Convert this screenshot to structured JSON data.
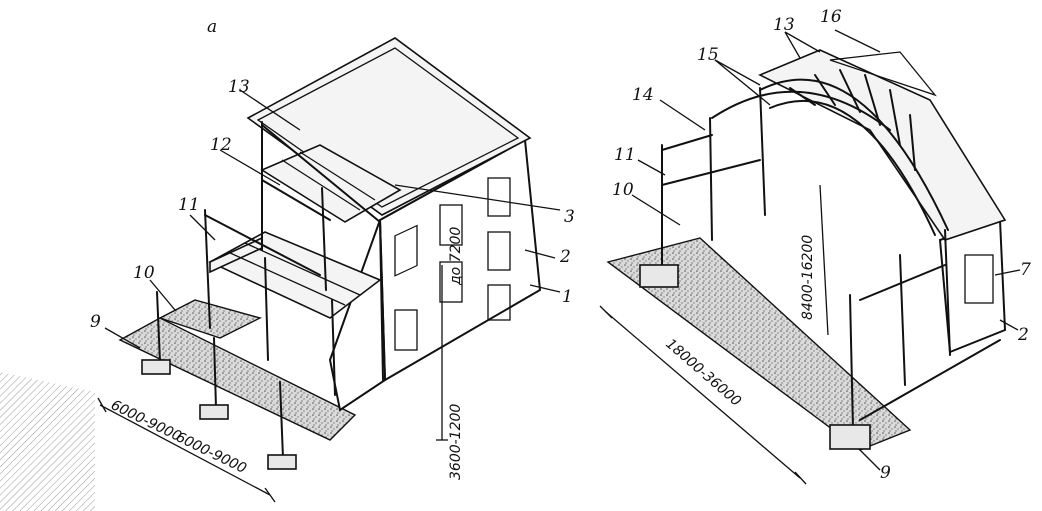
{
  "figure": {
    "panel_label": "a",
    "left_labels": {
      "l13": "13",
      "l12": "12",
      "l11": "11",
      "l10": "10",
      "l9": "9",
      "l3": "3",
      "l2": "2",
      "l1": "1"
    },
    "left_dims": {
      "spacing_a": "6000-9000",
      "spacing_b": "6000-9000",
      "floor_height": "3600-1200",
      "storey_height": "до 7200"
    },
    "right_labels": {
      "r13": "13",
      "r16": "16",
      "r15": "15",
      "r14": "14",
      "r11": "11",
      "r10": "10",
      "r7": "7",
      "r2": "2",
      "r9": "9"
    },
    "right_dims": {
      "span": "18000-36000",
      "height": "8400-16200"
    }
  }
}
